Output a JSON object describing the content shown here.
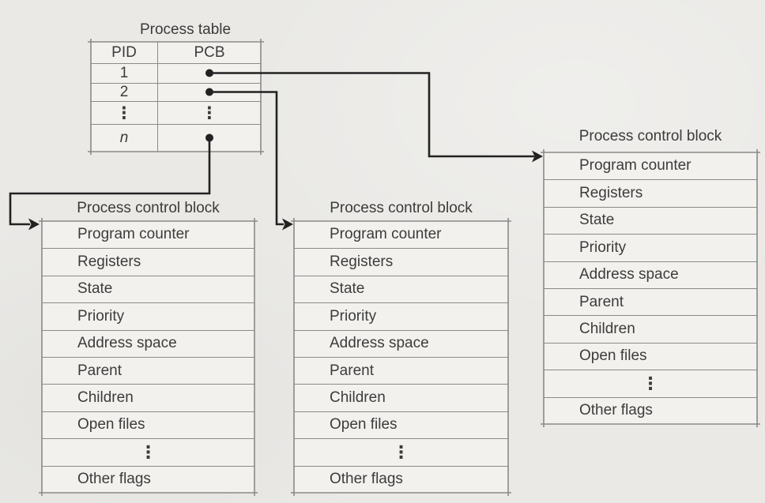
{
  "ellipsis": "⋮",
  "colors": {
    "paper": "#eae9e6",
    "table_fill": "#f2f1ee",
    "grid_line": "#8a8a8a",
    "arrow_line": "#222222",
    "text": "#3c3c3c"
  },
  "process_table": {
    "title": "Process table",
    "headers": [
      "PID",
      "PCB"
    ],
    "rows": [
      {
        "pid": "1",
        "pcb": "pointer-dot"
      },
      {
        "pid": "2",
        "pcb": "pointer-dot"
      },
      {
        "pid": "⋮",
        "pcb": "⋮"
      },
      {
        "pid": "n",
        "pcb": "pointer-dot"
      }
    ]
  },
  "pcb_block": {
    "title": "Process control block",
    "fields": [
      "Program counter",
      "Registers",
      "State",
      "Priority",
      "Address space",
      "Parent",
      "Children",
      "Open files",
      "⋮",
      "Other flags"
    ]
  },
  "arrows": [
    {
      "from": "pid-1-pointer-dot",
      "to": "right-process-control-block"
    },
    {
      "from": "pid-2-pointer-dot",
      "to": "middle-process-control-block"
    },
    {
      "from": "pid-n-pointer-dot",
      "to": "left-process-control-block"
    }
  ]
}
